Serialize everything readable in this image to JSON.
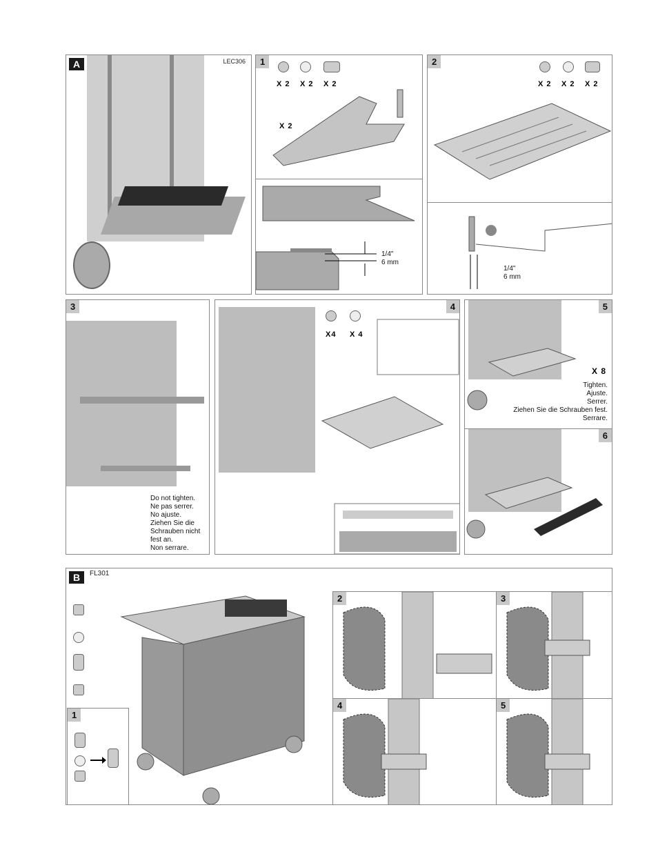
{
  "section_a": {
    "letter": "A",
    "code": "LEC306"
  },
  "step1": {
    "number": "1",
    "hardware_qty": [
      "X 2",
      "X 2",
      "X 2"
    ],
    "bracket_qty": "X 2",
    "dim_in": "1/4\"",
    "dim_mm": "6 mm"
  },
  "step2": {
    "number": "2",
    "hardware_qty": [
      "X 2",
      "X 2",
      "X 2"
    ],
    "dim_in": "1/4\"",
    "dim_mm": "6 mm"
  },
  "step3": {
    "number": "3",
    "instructions": [
      "Do not tighten.",
      "Ne pas serrer.",
      "No ajuste.",
      "Ziehen Sie die Schrauben nicht fest an.",
      "Non serrare."
    ]
  },
  "step4": {
    "number": "4",
    "hardware_qty": [
      "X4",
      "X 4"
    ]
  },
  "step5": {
    "number": "5",
    "qty": "X 8",
    "instructions": [
      "Tighten.",
      "Ajuste.",
      "Serrer.",
      "Ziehen Sie die Schrauben fest.",
      "Serrare."
    ]
  },
  "step6": {
    "number": "6"
  },
  "section_b": {
    "letter": "B",
    "code": "FL301",
    "steps": [
      "1",
      "2",
      "3",
      "4",
      "5"
    ]
  }
}
